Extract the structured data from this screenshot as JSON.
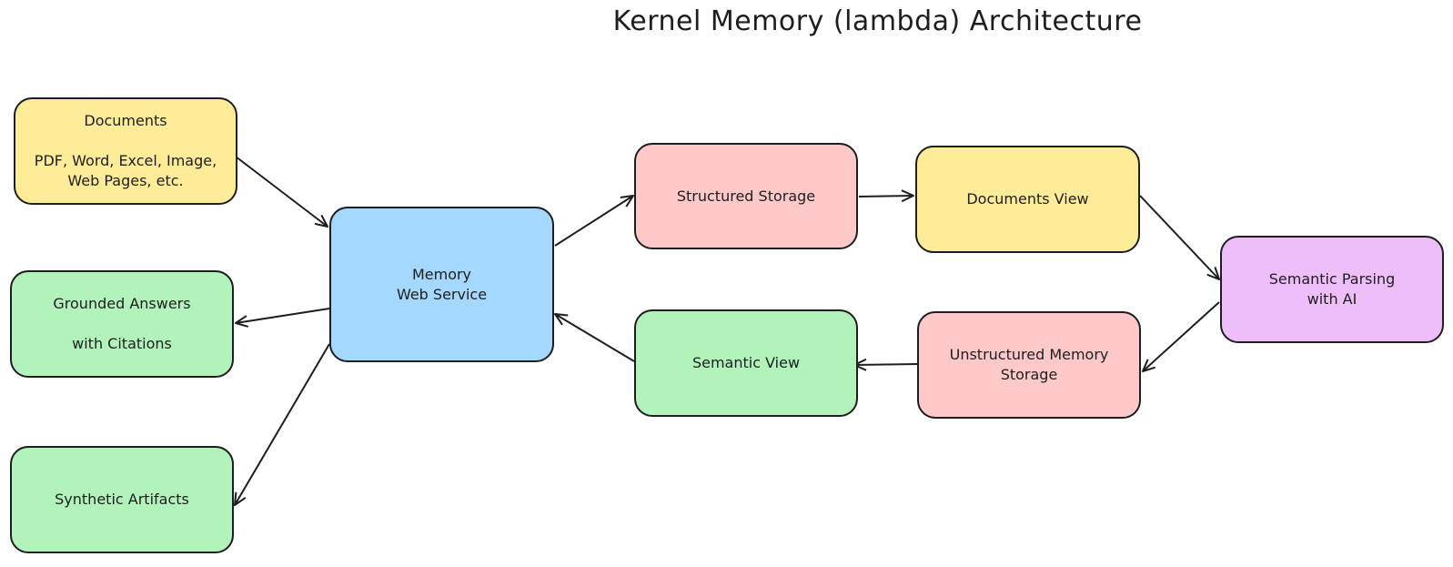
{
  "title": "Kernel Memory (lambda) Architecture",
  "nodes": {
    "documents": {
      "line1": "Documents",
      "line2": "PDF, Word, Excel, Image,",
      "line3": "Web Pages, etc."
    },
    "grounded_answers": {
      "line1": "Grounded Answers",
      "line2": "with Citations"
    },
    "synthetic_artifacts": {
      "label": "Synthetic Artifacts"
    },
    "memory_web_service": {
      "line1": "Memory",
      "line2": "Web Service"
    },
    "structured_storage": {
      "label": "Structured Storage"
    },
    "documents_view": {
      "label": "Documents View"
    },
    "semantic_parsing": {
      "line1": "Semantic Parsing",
      "line2": "with AI"
    },
    "unstructured_storage": {
      "line1": "Unstructured Memory",
      "line2": "Storage"
    },
    "semantic_view": {
      "label": "Semantic View"
    }
  },
  "colors": {
    "yellow": "#ffec99",
    "blue": "#a5d8ff",
    "pink": "#ffc9c9",
    "green": "#b2f2bb",
    "purple": "#eebefa",
    "stroke": "#1e1e1e"
  }
}
